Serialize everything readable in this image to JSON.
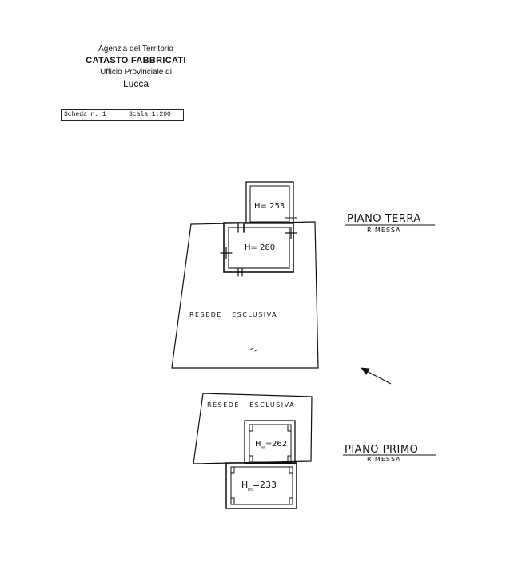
{
  "header": {
    "agency": "Agenzia del Territorio",
    "catasto": "CATASTO FABBRICATI",
    "ufficio": "Ufficio Provinciale di",
    "city": "Lucca"
  },
  "scheda": {
    "scheda": "Scheda n. 1",
    "scala": "Scala 1:200"
  },
  "piano_terra": {
    "title": "PIANO TERRA",
    "subtitle": "RIMESSA",
    "h_upper": "H= 253",
    "h_lower": "H= 280",
    "resede": "RESEDE   ESCLUSIVA"
  },
  "piano_primo": {
    "title": "PIANO PRIMO",
    "subtitle": "RIMESSA",
    "h_upper": "262",
    "h_lower": "233",
    "h_prefix": "H",
    "h_sub": "m",
    "resede": "RESEDE   ESCLUSIVA"
  },
  "north_arrow": "north-arrow-icon"
}
